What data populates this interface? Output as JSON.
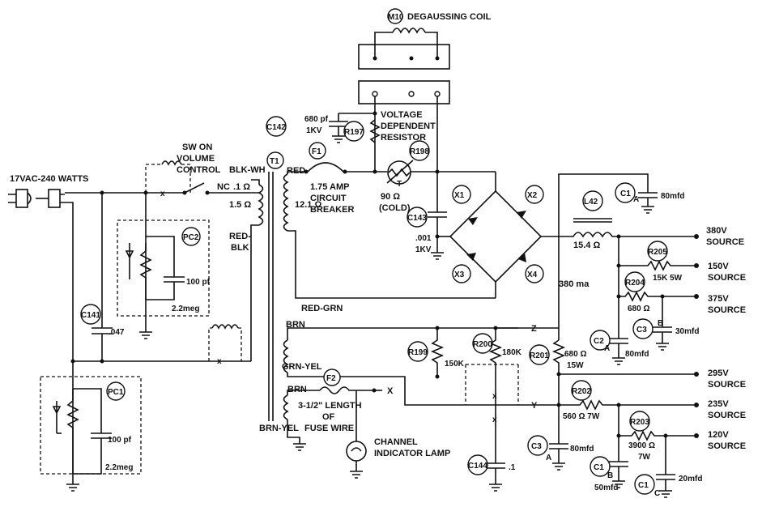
{
  "title": "DEGAUSSING COIL",
  "components": {
    "M10": "M10",
    "T1": "T1",
    "F1": "F1",
    "F2": "F2",
    "C142": "C142",
    "R197": "R197",
    "R198": "R198",
    "C143": "C143",
    "C1a": "C1",
    "C1b": "C1",
    "C1c": "C1",
    "L42": "L42",
    "X1": "X1",
    "X2": "X2",
    "X3": "X3",
    "X4": "X4",
    "R205": "R205",
    "R204": "R204",
    "C2": "C2",
    "C3a": "C3",
    "C3b": "C3",
    "R201": "R201",
    "R202": "R202",
    "R203": "R203",
    "R199": "R199",
    "R200": "R200",
    "C141": "C141",
    "PC1": "PC1",
    "PC2": "PC2",
    "C144": "C144"
  },
  "labels": {
    "ac_input": "17VAC-240 WATTS",
    "sw_on_1": "SW ON",
    "sw_on_2": "VOLUME",
    "sw_on_3": "CONTROL",
    "blk_wh": "BLK-WH",
    "nc": "NC",
    "t1_pri_top": ".1 Ω",
    "t1_pri_bot": "1.5 Ω",
    "red_blk_1": "RED-",
    "red_blk_2": "BLK",
    "red": "RED",
    "sec_res": "12.1 Ω",
    "c142_val_1": "680 pf",
    "c142_val_2": "1KV",
    "vdr_1": "VOLTAGE",
    "vdr_2": "DEPENDENT",
    "vdr_3": "RESISTOR",
    "f1_val_1": "1.75 AMP",
    "f1_val_2": "CIRCUIT",
    "f1_val_3": "BREAKER",
    "r198_val_1": "90 Ω",
    "r198_val_2": "(COLD)",
    "r198_t": "T",
    "c143_val_1": ".001",
    "c143_val_2": "1KV",
    "c1a_val": "80mfd",
    "c1a_sub": "A",
    "l42_val": "15.4 Ω",
    "out_380_1": "380V",
    "out_380_2": "SOURCE",
    "r205_val": "15K 5W",
    "out_150_1": "150V",
    "out_150_2": "SOURCE",
    "r204_val": "680 Ω",
    "out_375_1": "375V",
    "out_375_2": "SOURCE",
    "ma380": "380 ma",
    "red_grn": "RED-GRN",
    "c2_val": "80mfd",
    "c2_sub": "A",
    "c3b_val": "30mfd",
    "c3b_sub": "B",
    "r201_val_1": "680 Ω",
    "r201_val_2": "15W",
    "out_295_1": "295V",
    "out_295_2": "SOURCE",
    "r202_val": "560 Ω  7W",
    "out_235_1": "235V",
    "out_235_2": "SOURCE",
    "r203_val_1": "3900 Ω",
    "r203_val_2": "7W",
    "out_120_1": "120V",
    "out_120_2": "SOURCE",
    "c3a_val": "80mfd",
    "c3a_sub": "A",
    "c1b_val": "50mfd",
    "c1b_sub": "B",
    "c1c_val": "20mfd",
    "c1c_sub": "C",
    "brn1": "BRN",
    "grn_yel": "GRN-YEL",
    "brn2": "BRN",
    "brn_yel": "BRN-YEL",
    "fuse_wire_1": "3-1/2\" LENGTH",
    "fuse_wire_2": "OF",
    "fuse_wire_3": "FUSE WIRE",
    "lamp_1": "CHANNEL",
    "lamp_2": "INDICATOR LAMP",
    "r199_val": "150K",
    "r200_val": "180K",
    "z": "Z",
    "y": "Y",
    "x": "X",
    "c141_val": ".047",
    "pc1_c": "100 pf",
    "pc1_r": "2.2meg",
    "pc2_c": "100 pf",
    "pc2_r": "2.2meg",
    "c144_val": ".1"
  }
}
